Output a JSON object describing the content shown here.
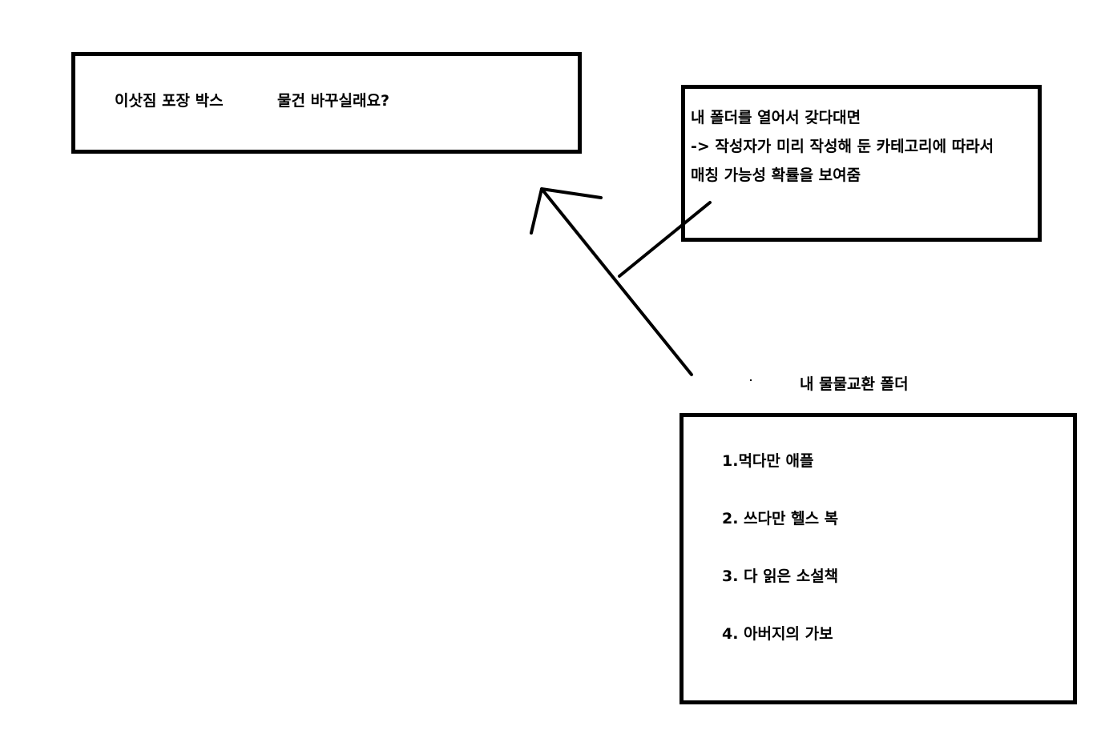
{
  "listing": {
    "title": "이삿짐 포장 박스",
    "action": "물건 바꾸실래요?"
  },
  "note": {
    "lines": [
      "내 폴더를 열어서 갖다대면",
      "-> 작성자가 미리 작성해 둔 카테고리에 따라서",
      "매칭 가능성 확률을 보여줌"
    ]
  },
  "folder": {
    "title": "내 물물교환 폴더",
    "items": [
      "1.먹다만 애플",
      "2. 쓰다만 헬스 복",
      "3. 다 읽은 소설책",
      "4. 아버지의 가보"
    ]
  },
  "colors": {
    "stroke": "#000000",
    "background": "#ffffff"
  }
}
